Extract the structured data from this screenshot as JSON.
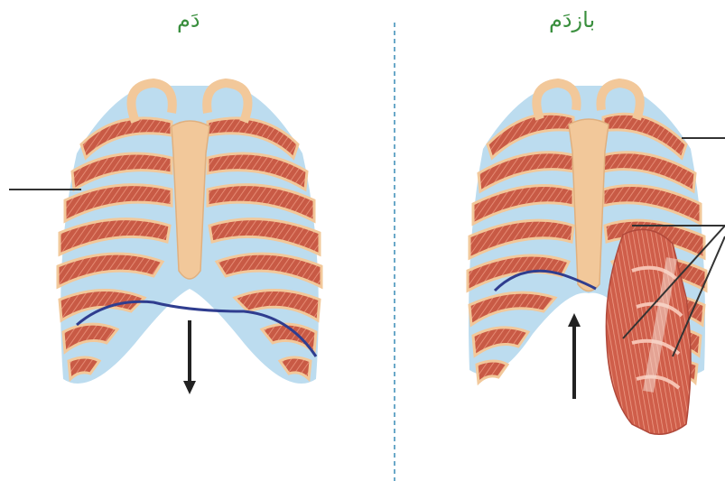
{
  "panels": {
    "left": {
      "label": "دَم"
    },
    "right": {
      "label": "بازدَم"
    }
  },
  "colors": {
    "label_text": "#3a8f3e",
    "divider": "#6aa8c8",
    "rib_muscle": "#c85a45",
    "bone": "#f2c89a",
    "cartilage": "#bcdcef",
    "diaphragm": "#2f3d8f",
    "arrow": "#222222",
    "pointer_line": "#333333"
  },
  "icons": [
    "rib-cage-inhale",
    "rib-cage-exhale",
    "arrow-down-icon",
    "arrow-up-icon",
    "muscle-detail"
  ]
}
